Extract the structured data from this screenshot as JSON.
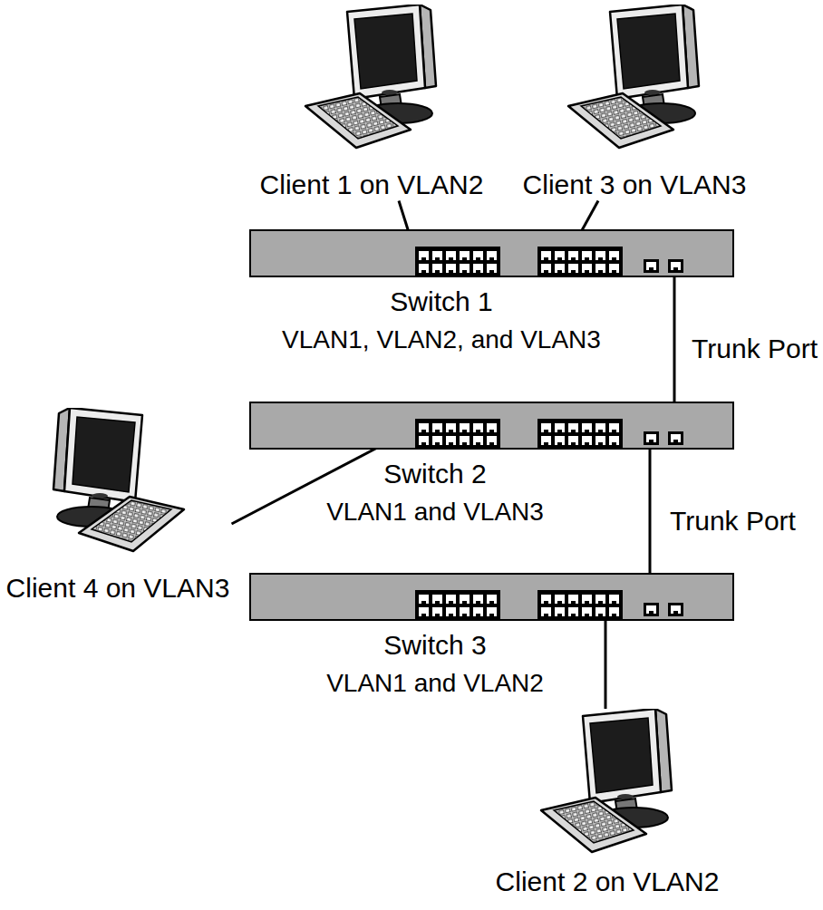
{
  "diagram": {
    "nodes": [
      {
        "text": [
          "Client 1 on VLAN2"
        ]
      },
      {
        "text": [
          "Client 3 on VLAN3"
        ]
      },
      {
        "text": [
          "Switch 1",
          "VLAN1, VLAN2, and VLAN3"
        ]
      },
      {
        "text": [
          "Switch 2",
          "VLAN1 and VLAN3"
        ]
      },
      {
        "text": [
          "Client 4 on VLAN3"
        ]
      },
      {
        "text": [
          "Switch 3",
          "VLAN1 and VLAN2"
        ]
      },
      {
        "text": [
          "Client 2 on VLAN2"
        ]
      }
    ],
    "edges": [
      {
        "from": 0,
        "to": 2,
        "arrow": "none"
      },
      {
        "from": 1,
        "to": 2,
        "arrow": "none"
      },
      {
        "from": 2,
        "to": 3,
        "arrow": "none",
        "label": "Trunk Port"
      },
      {
        "from": 3,
        "to": 4,
        "arrow": "none"
      },
      {
        "from": 3,
        "to": 5,
        "arrow": "none",
        "label": "Trunk Port"
      },
      {
        "from": 5,
        "to": 6,
        "arrow": "none"
      }
    ]
  }
}
